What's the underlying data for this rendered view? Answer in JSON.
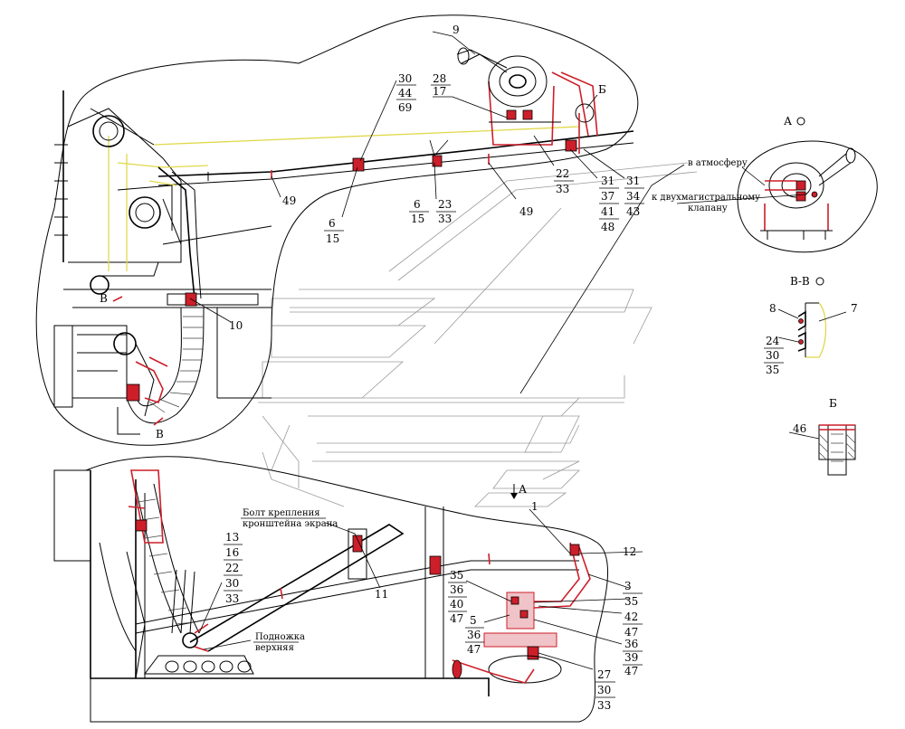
{
  "view_labels": {
    "view_a": "А",
    "section_vv": "В-В",
    "detail_b": "Б",
    "cut_v_top": "В",
    "cut_v_bottom": "В",
    "arrow_a": "А",
    "marker_b": "Б"
  },
  "annotations": {
    "to_atmosphere": "в атмосферу",
    "to_valve_line1": "к двухмагистральному",
    "to_valve_line2": "клапану",
    "bracket_bolt_line1": "Болт крепления",
    "bracket_bolt_line2": "кронштейна экрана",
    "footstep_line1": "Подножка",
    "footstep_line2": "верхняя"
  },
  "callouts": {
    "c9": "9",
    "c28": "28",
    "c17": "17",
    "c30a": "30",
    "c44": "44",
    "c69": "69",
    "c22a": "22",
    "c33a": "33",
    "c31a": "31",
    "c37": "37",
    "c41": "41",
    "c48": "48",
    "c31b": "31",
    "c34": "34",
    "c43": "43",
    "c49a": "49",
    "c49b": "49",
    "c6a": "6",
    "c15a": "15",
    "c6b": "6",
    "c15b": "15",
    "c23": "23",
    "c33b": "33",
    "c10": "10",
    "c8": "8",
    "c7": "7",
    "c24": "24",
    "c30b": "30",
    "c35a": "35",
    "c46": "46",
    "c1": "1",
    "c12": "12",
    "c3": "3",
    "c35b": "35",
    "c13": "13",
    "c16": "16",
    "c22b": "22",
    "c30c": "30",
    "c33c": "33",
    "c11": "11",
    "c35c": "35",
    "c36a": "36",
    "c40": "40",
    "c47a": "47",
    "c5": "5",
    "c36b": "36",
    "c47b": "47",
    "c42": "42",
    "c47c": "47",
    "c36c": "36",
    "c39": "39",
    "c47d": "47",
    "c27": "27",
    "c30d": "30",
    "c33d": "33"
  },
  "colors": {
    "line": "#000000",
    "hose": "#cc1f2a",
    "yellow_line": "#e0d84a",
    "background_outline": "#9a9a9a"
  }
}
